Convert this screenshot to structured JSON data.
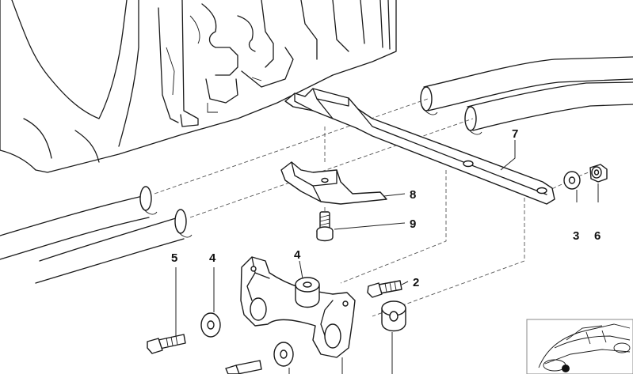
{
  "callouts": {
    "c2": "2",
    "c3": "3",
    "c4a": "4",
    "c4b": "4",
    "c5": "5",
    "c6": "6",
    "c7": "7",
    "c8": "8",
    "c9": "9"
  },
  "colors": {
    "line": "#1a1a1a",
    "background": "#ffffff",
    "inset_border": "#888888"
  },
  "icons": {
    "inset": "car-location-thumbnail"
  }
}
